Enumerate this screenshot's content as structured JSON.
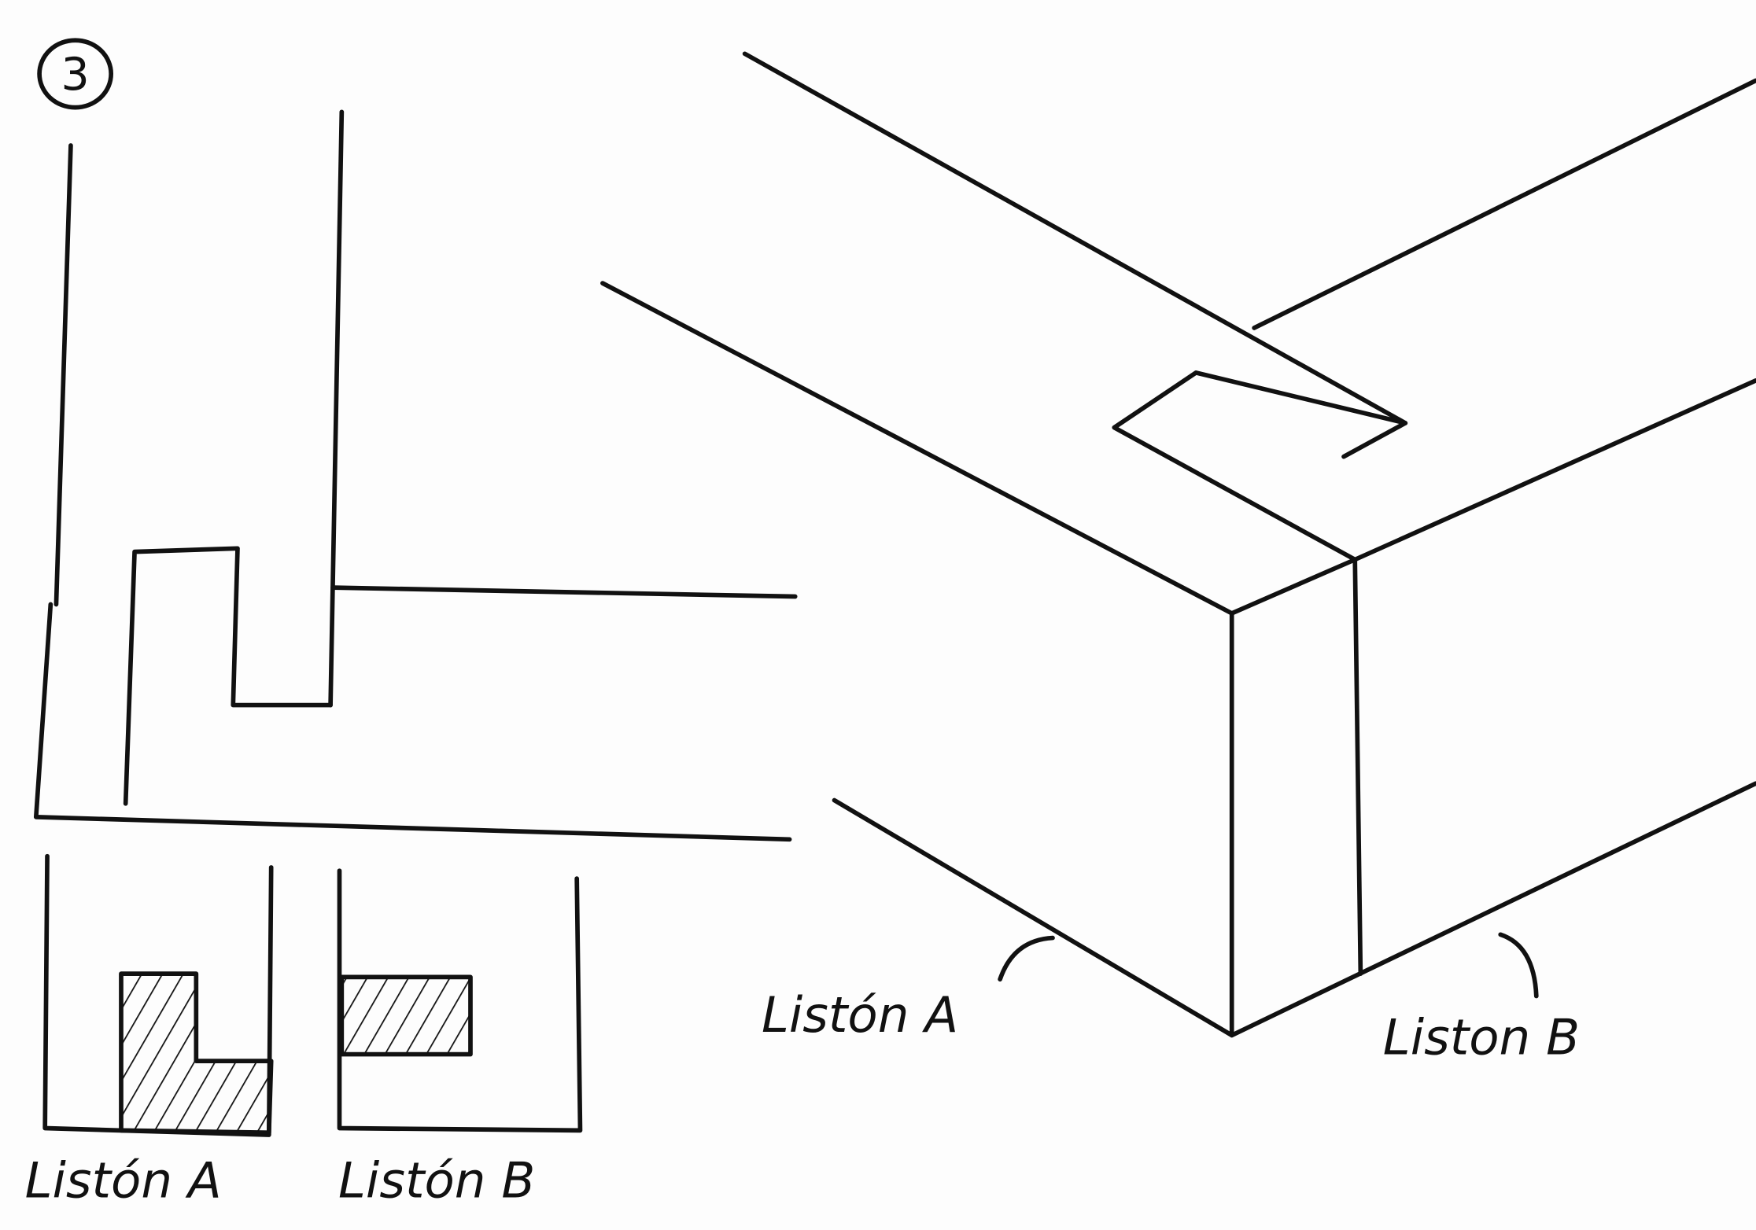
{
  "figure_number": "3",
  "section_view": {
    "labels": [
      "Listón A",
      "Listón B"
    ]
  },
  "isometric_view": {
    "labels": [
      "Listón A",
      "Liston B"
    ]
  },
  "colors": {
    "ink": "#111111",
    "paper": "#fdfdfd"
  }
}
